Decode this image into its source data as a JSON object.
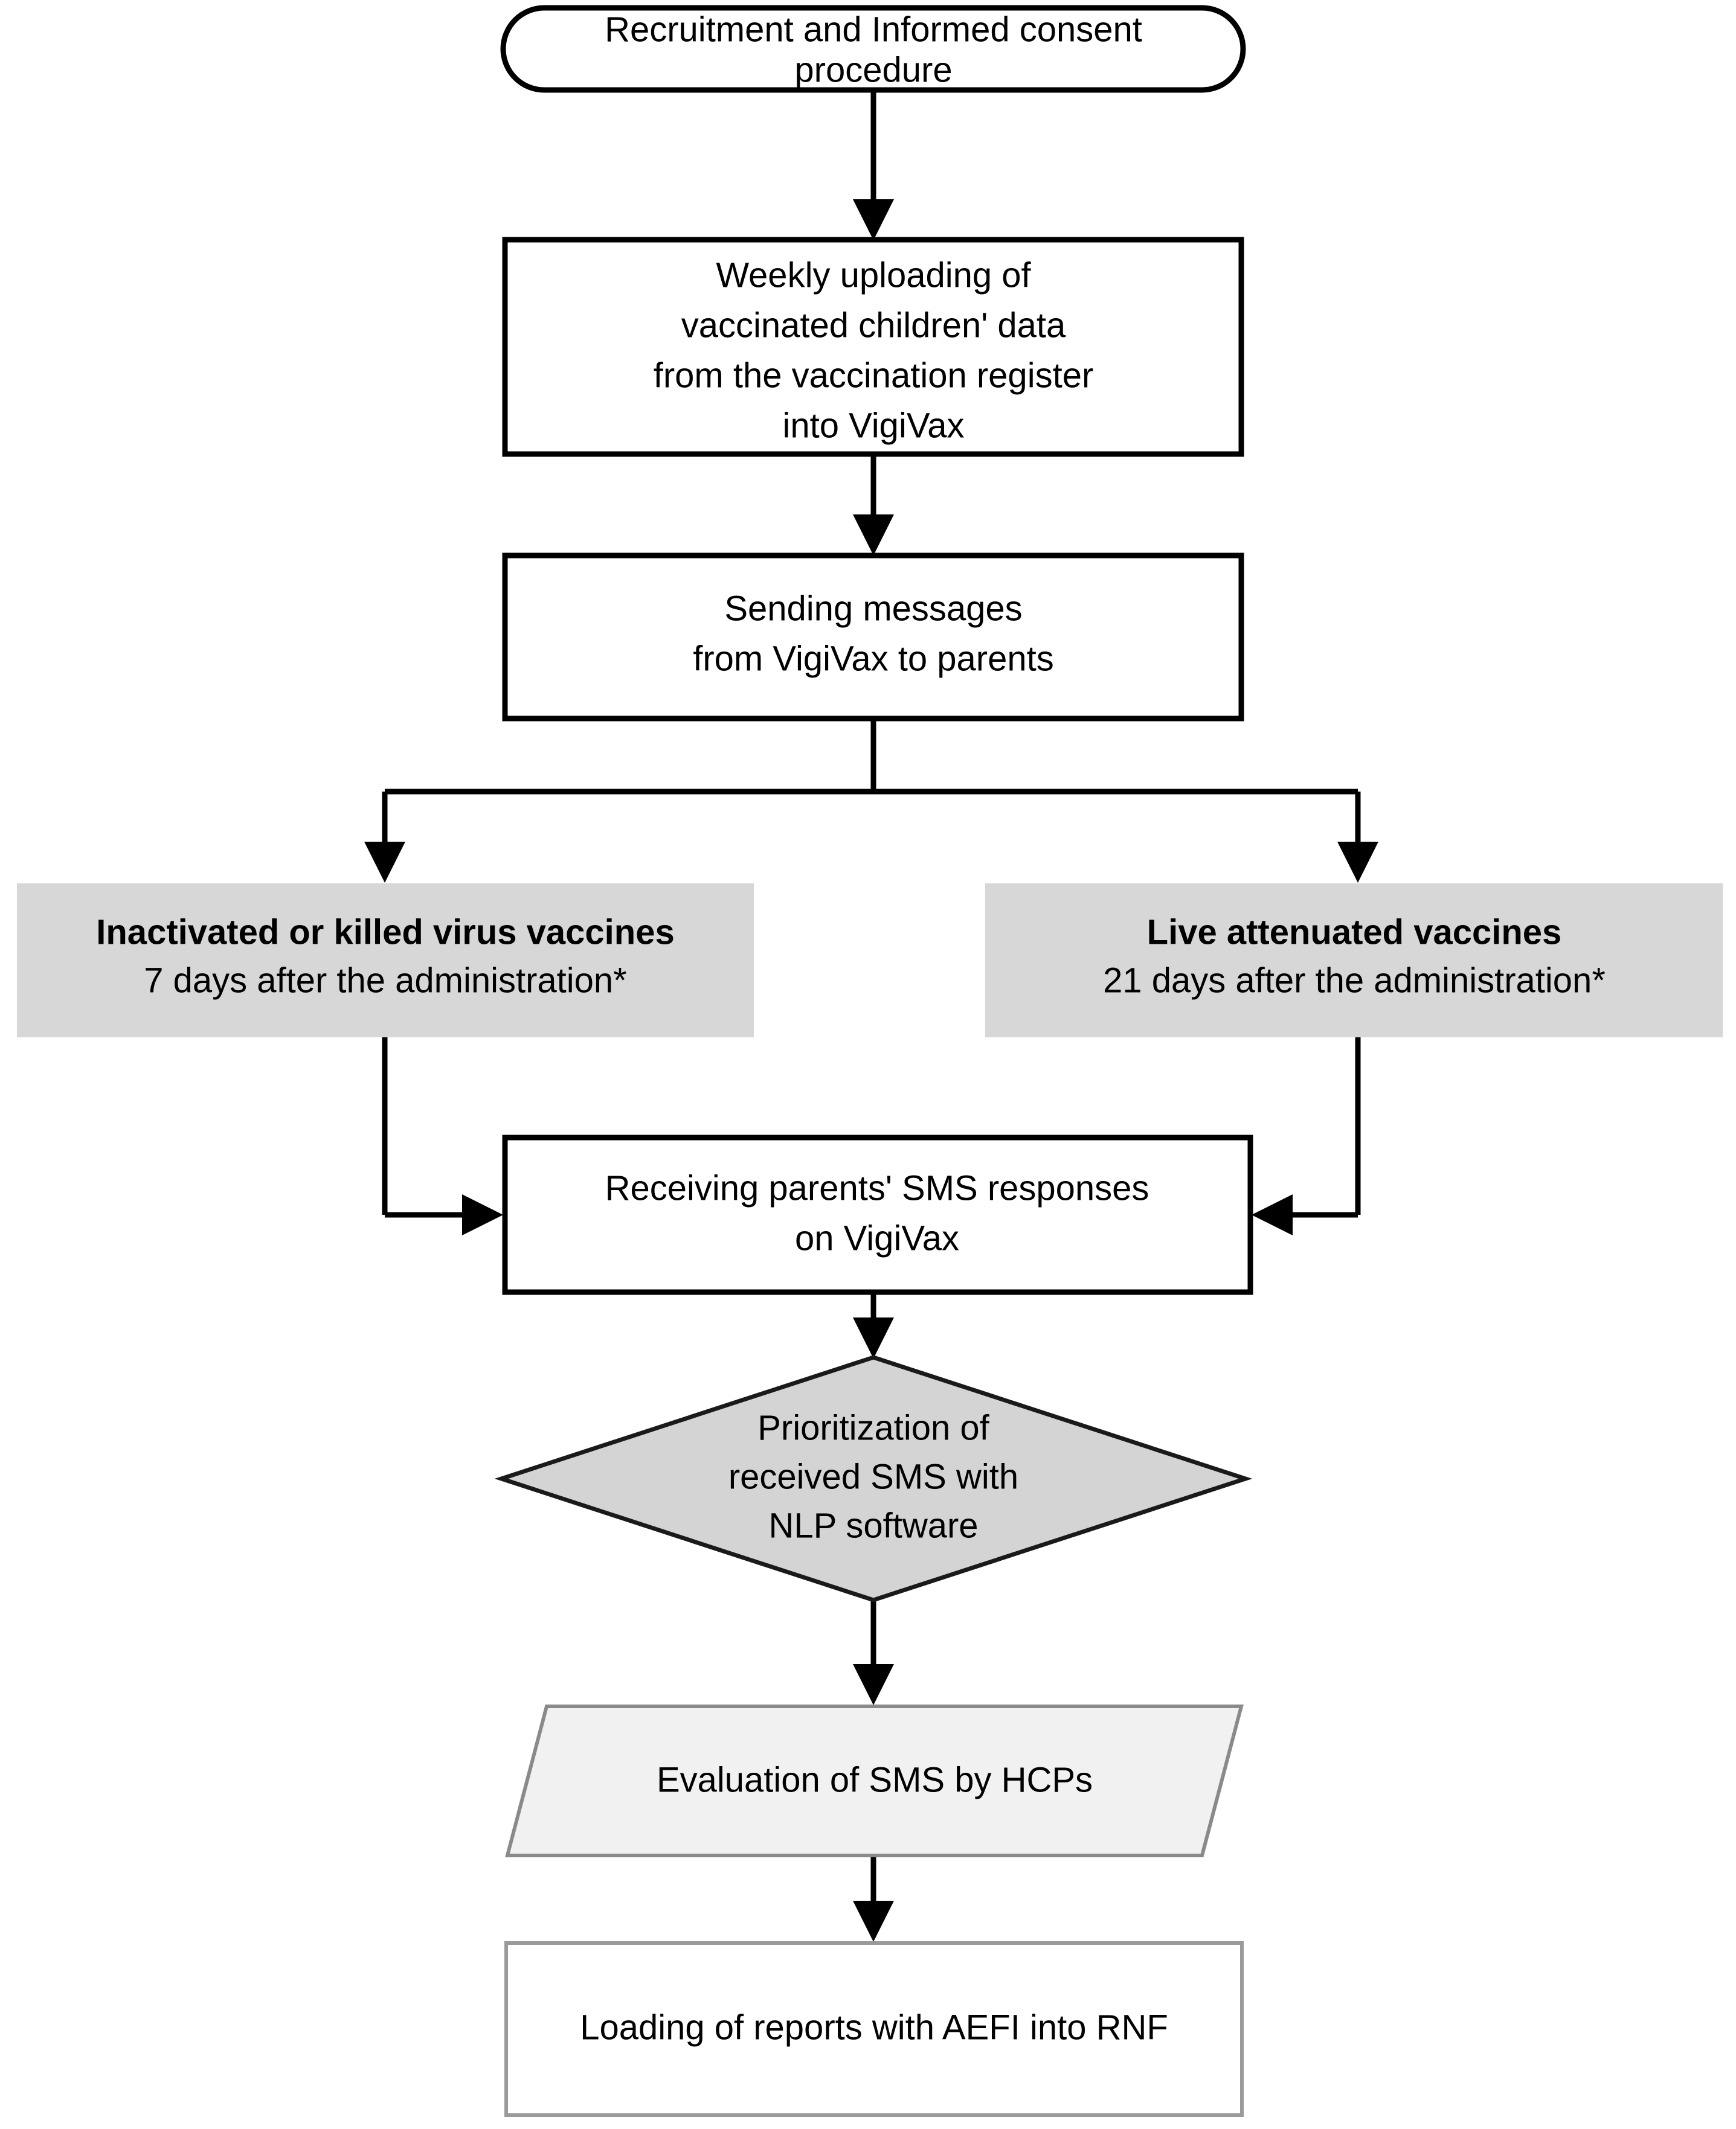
{
  "diagram": {
    "title": "VigiVax SMS-based active surveillance flowchart",
    "type": "flowchart",
    "colors": {
      "background": "#ffffff",
      "line": "#000000",
      "gray_band_fill": "#d7d7d7",
      "diamond_fill": "#d4d4d4",
      "parallelogram_fill": "#f1f1f1",
      "thin_border": "#9a9a9a"
    },
    "nodes": [
      {
        "id": "recruitment",
        "shape": "stadium",
        "lines": [
          "Recruitment and Informed consent",
          "procedure"
        ]
      },
      {
        "id": "weekly-upload",
        "shape": "rectangle",
        "lines": [
          "Weekly uploading of",
          "vaccinated children' data",
          "from the vaccination register",
          "into VigiVax"
        ]
      },
      {
        "id": "sending-messages",
        "shape": "rectangle",
        "lines": [
          "Sending messages",
          "from VigiVax to parents"
        ]
      },
      {
        "id": "inactivated-branch",
        "shape": "gray-band",
        "lines": [
          "Inactivated or killed virus vaccines",
          "7 days after the administration*"
        ],
        "bold_first_line": true
      },
      {
        "id": "live-branch",
        "shape": "gray-band",
        "lines": [
          "Live attenuated vaccines",
          "21 days after the administration*"
        ],
        "bold_first_line": true
      },
      {
        "id": "receiving-sms",
        "shape": "rectangle",
        "lines": [
          "Receiving parents' SMS responses",
          "on VigiVax"
        ]
      },
      {
        "id": "prioritization",
        "shape": "diamond",
        "lines": [
          "Prioritization of",
          "received SMS with",
          "NLP software"
        ]
      },
      {
        "id": "evaluation",
        "shape": "parallelogram",
        "lines": [
          "Evaluation of SMS by HCPs"
        ]
      },
      {
        "id": "loading-reports",
        "shape": "rectangle-thin",
        "lines": [
          "Loading of reports with AEFI into RNF"
        ]
      }
    ],
    "edges": [
      {
        "id": "e1",
        "from": "recruitment",
        "to": "weekly-upload",
        "arrow": "down"
      },
      {
        "id": "e2",
        "from": "weekly-upload",
        "to": "sending-messages",
        "arrow": "down"
      },
      {
        "id": "e3",
        "from": "sending-messages",
        "to": "inactivated-branch",
        "arrow": "down",
        "routing": "split-left"
      },
      {
        "id": "e4",
        "from": "sending-messages",
        "to": "live-branch",
        "arrow": "down",
        "routing": "split-right"
      },
      {
        "id": "e5",
        "from": "inactivated-branch",
        "to": "receiving-sms",
        "arrow": "right",
        "routing": "merge-left"
      },
      {
        "id": "e6",
        "from": "live-branch",
        "to": "receiving-sms",
        "arrow": "left",
        "routing": "merge-right"
      },
      {
        "id": "e7",
        "from": "receiving-sms",
        "to": "prioritization",
        "arrow": "down"
      },
      {
        "id": "e8",
        "from": "prioritization",
        "to": "evaluation",
        "arrow": "down"
      },
      {
        "id": "e9",
        "from": "evaluation",
        "to": "loading-reports",
        "arrow": "down"
      }
    ]
  },
  "text": {
    "recruitment_l1": "Recruitment and Informed consent",
    "recruitment_l2": "procedure",
    "weekly_l1": "Weekly uploading of",
    "weekly_l2": "vaccinated children' data",
    "weekly_l3": "from the vaccination register",
    "weekly_l4": "into VigiVax",
    "sending_l1": "Sending messages",
    "sending_l2": "from VigiVax to parents",
    "inactivated_l1": "Inactivated or killed virus vaccines",
    "inactivated_l2": "7 days after the administration*",
    "live_l1": "Live attenuated vaccines",
    "live_l2": "21 days after the administration*",
    "receiving_l1": "Receiving parents' SMS responses",
    "receiving_l2": "on VigiVax",
    "prioritization_l1": "Prioritization of",
    "prioritization_l2": "received SMS with",
    "prioritization_l3": "NLP software",
    "evaluation_l1": "Evaluation of SMS by HCPs",
    "loading_l1": "Loading of reports with AEFI into RNF"
  }
}
